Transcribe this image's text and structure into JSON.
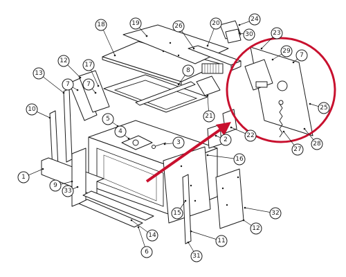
{
  "callouts": [
    {
      "label": "1"
    },
    {
      "label": "2"
    },
    {
      "label": "3"
    },
    {
      "label": "4"
    },
    {
      "label": "5"
    },
    {
      "label": "6"
    },
    {
      "label": "7"
    },
    {
      "label": "8"
    },
    {
      "label": "9"
    },
    {
      "label": "10"
    },
    {
      "label": "11"
    },
    {
      "label": "12"
    },
    {
      "label": "13"
    },
    {
      "label": "14"
    },
    {
      "label": "15"
    },
    {
      "label": "16"
    },
    {
      "label": "17"
    },
    {
      "label": "18"
    },
    {
      "label": "19"
    },
    {
      "label": "20"
    },
    {
      "label": "21"
    },
    {
      "label": "22"
    },
    {
      "label": "23"
    },
    {
      "label": "24"
    },
    {
      "label": "25"
    },
    {
      "label": "26"
    },
    {
      "label": "27"
    },
    {
      "label": "28"
    },
    {
      "label": "29"
    },
    {
      "label": "30"
    },
    {
      "label": "31"
    },
    {
      "label": "32"
    },
    {
      "label": "33"
    },
    {
      "label": "12"
    },
    {
      "label": "7"
    },
    {
      "label": "7"
    }
  ],
  "colors": {
    "highlight": "#c8102e",
    "line": "#1a1a1a",
    "background": "#ffffff"
  }
}
